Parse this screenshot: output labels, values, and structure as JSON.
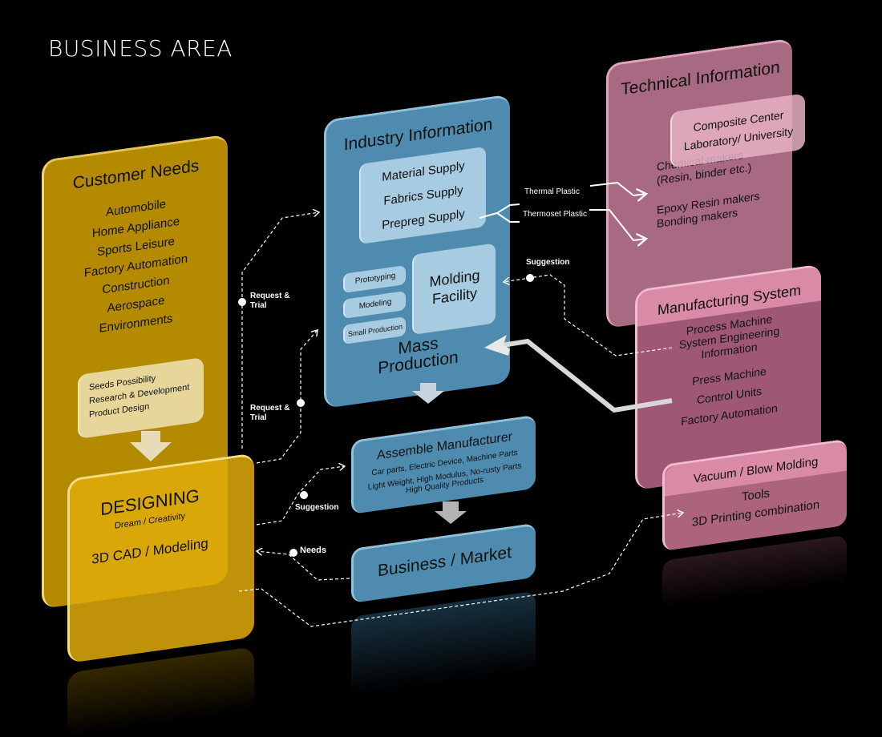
{
  "title": "BUSINESS AREA",
  "customer_needs": {
    "title": "Customer Needs",
    "items": [
      "Automobile",
      "Home Appliance",
      "Sports Leisure",
      "Factory Automation",
      "Construction",
      "Aerospace",
      "Environments"
    ],
    "seeds": [
      "Seeds Possibility",
      "Research & Development",
      "Product Design"
    ]
  },
  "designing": {
    "title": "DESIGNING",
    "subtitle": "Dream / Creativity",
    "detail": "3D CAD / Modeling"
  },
  "industry_information": {
    "title": "Industry Information",
    "supply": [
      "Material Supply",
      "Fabrics Supply",
      "Prepreg Supply"
    ],
    "small_boxes": [
      "Prototyping",
      "Modeling",
      "Small Production"
    ],
    "molding": [
      "Molding",
      "Facility"
    ],
    "mass_production": [
      "Mass",
      "Production"
    ]
  },
  "assemble_manufacturer": {
    "title": "Assemble Manufacturer",
    "line1": "Car parts, Electric Device, Machine Parts",
    "line2": "Light Weight, High Modulus, No-rusty Parts",
    "line3": "High Quality Products"
  },
  "business_market": {
    "title": "Business / Market"
  },
  "technical_information": {
    "title": "Technical Information",
    "composite": [
      "Composite Center",
      "Laboratory/ University"
    ],
    "chemical": [
      "Chemical makers",
      "(Resin, binder etc.)"
    ],
    "epoxy": [
      "Epoxy Resin makers",
      "Bonding makers"
    ]
  },
  "manufacturing_system": {
    "title": "Manufacturing System",
    "group1": [
      "Process Machine",
      "System Engineering",
      "Information"
    ],
    "group2": [
      "Press Machine",
      "Control Units",
      "Factory Automation"
    ]
  },
  "vacuum": {
    "title": "Vacuum / Blow Molding",
    "items": [
      "Tools",
      "3D Printing combination"
    ]
  },
  "connector_labels": {
    "request_trial_1": [
      "Request &",
      "Trial"
    ],
    "request_trial_2": [
      "Request &",
      "Trial"
    ],
    "suggestion_left": "Suggestion",
    "needs": "Needs",
    "suggestion_right": "Suggestion",
    "thermal_plastic": "Thermal Plastic",
    "thermoset_plastic": "Thermoset Plastic"
  },
  "colors": {
    "gold": "#b38a00",
    "designing": "#e0ac0a",
    "blue": "#4e8bae",
    "blue_light": "#a7cbe0",
    "pink": "#a86a82",
    "pink_light": "#d98aa6",
    "background": "#000000"
  }
}
